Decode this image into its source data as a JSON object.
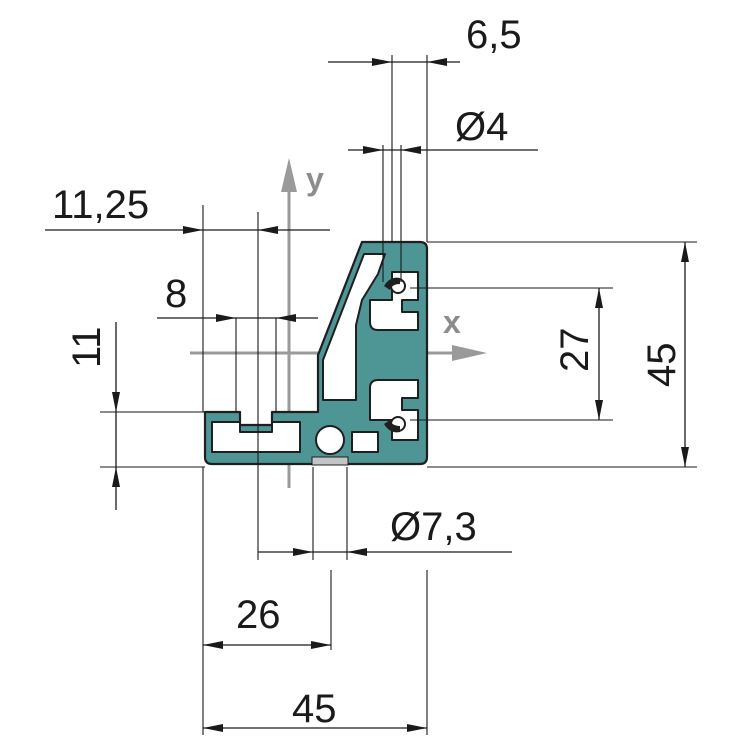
{
  "axes": {
    "x_label": "x",
    "y_label": "y"
  },
  "dimensions": {
    "top_width": "6,5",
    "hole_small": "Ø4",
    "offset_left": "11,25",
    "slot_width": "8",
    "base_height": "11",
    "slot_spacing": "27",
    "total_height": "45",
    "hole_large": "Ø7,3",
    "center_offset": "26",
    "total_width": "45"
  },
  "colors": {
    "profile_fill": "#4e9595",
    "outline": "#1f1f1f",
    "axis": "#9a9a9a"
  }
}
